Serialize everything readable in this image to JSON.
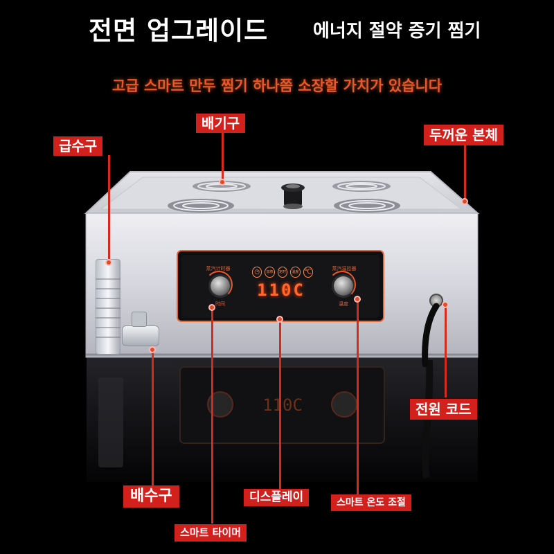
{
  "header": {
    "title": "전면 업그레이드",
    "subtitle": "에너지 절약 증기 찜기",
    "tagline": "고급 스마트 만두 찜기 하나쯤 소장할 가치가 있습니다"
  },
  "callouts": {
    "vent": "배기구",
    "water_inlet": "급수구",
    "thick_body": "두꺼운 본체",
    "power_cord": "전원 코드",
    "drain": "배수구",
    "display": "디스플레이",
    "temperature": "스마트 온도 조절",
    "timer": "스마트 타이머"
  },
  "panel": {
    "display_reading": "110C",
    "left_knob_top": "蒸汽计时器",
    "left_knob_bottom": "时间",
    "right_knob_top": "蒸汽温控器",
    "right_knob_bottom": "温度",
    "mode_buttons": [
      "◷",
      "加热",
      "定时",
      "温度",
      "℃"
    ]
  },
  "colors": {
    "callout_red": "#d2201c",
    "accent_orange": "#e8582a",
    "display_orange": "#ff6a2a",
    "background": "#000000"
  }
}
